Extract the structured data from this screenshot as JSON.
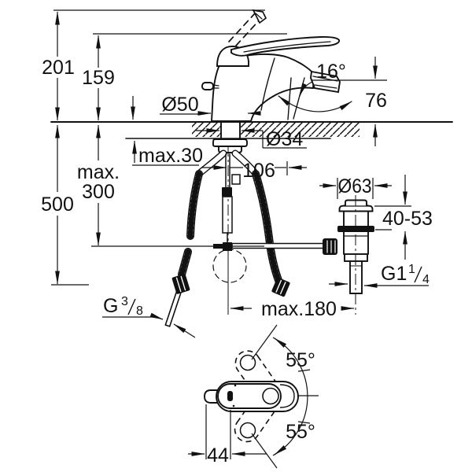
{
  "page": {
    "background": "#ffffff",
    "ink": "#111111"
  },
  "labels": {
    "total_height": "201",
    "lever_height": "159",
    "body_base_diameter": "Ø50",
    "spray_angle": "16°",
    "spout_height": "76",
    "mounting_thickness": "max.30",
    "hole_diameter": "Ø34",
    "rod_length": "106",
    "hose_clearance_line1": "max.",
    "hose_clearance_line2": "300",
    "hose_length": "500",
    "waste_diameter": "Ø63",
    "waste_mounting_range": "40-53",
    "waste_thread_base": "G1",
    "waste_thread_sup": "1",
    "waste_thread_sub": "4",
    "hose_thread_base": "G",
    "hose_thread_sup": "3",
    "hose_thread_sub": "8",
    "rod_reach": "max.180",
    "swivel_angle_up": "55°",
    "swivel_angle_down": "55°",
    "lever_tip_width": "44"
  }
}
